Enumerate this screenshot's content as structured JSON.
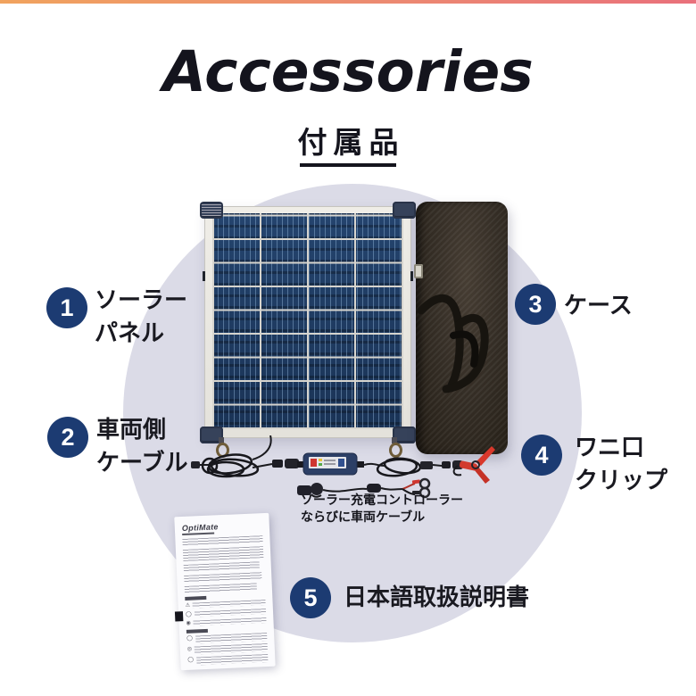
{
  "header": {
    "title": "Accessories",
    "subtitle": "付属品"
  },
  "items": [
    {
      "number": "1",
      "line1": "ソーラー",
      "line2": "パネル"
    },
    {
      "number": "2",
      "line1": "車両側",
      "line2": "ケーブル"
    },
    {
      "number": "3",
      "line1": "ケース",
      "line2": ""
    },
    {
      "number": "4",
      "line1": "ワニ口",
      "line2": "クリップ"
    },
    {
      "number": "5",
      "line1": "日本語取扱説明書",
      "line2": ""
    }
  ],
  "caption": {
    "line1": "ソーラー充電コントローラー",
    "line2": "ならびに車両ケーブル"
  },
  "manual": {
    "brand": "OptiMate"
  },
  "colors": {
    "badge_navy": "#1c3b72",
    "circle_lavender": "#dbdbe7",
    "panel_blue": "#1f3b60",
    "clip_red": "#d23a2e",
    "topbar_gradient_left": "#f1a35e",
    "topbar_gradient_right": "#e9707b",
    "title_ink": "#14141d"
  }
}
